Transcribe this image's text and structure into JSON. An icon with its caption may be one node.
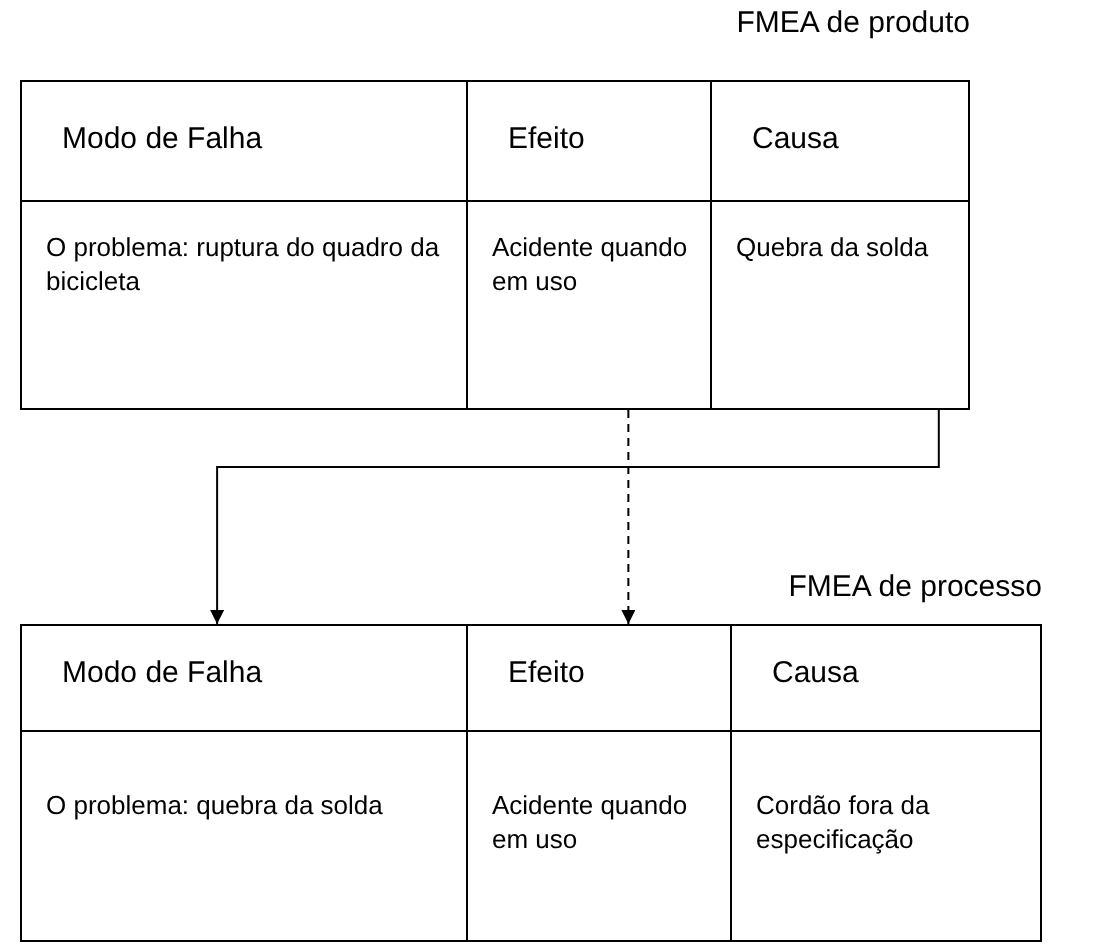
{
  "diagram": {
    "nodes": [
      {
        "text": [
          "FMEA de produto"
        ]
      },
      {
        "text": [
          "Modo de Falha"
        ],
        "in": 0
      },
      {
        "text": [
          "Efeito"
        ],
        "in": 0
      },
      {
        "text": [
          "Causa"
        ],
        "in": 0
      },
      {
        "text": [
          "O problema: ruptura do quadro da bicicleta"
        ],
        "in": 0
      },
      {
        "text": [
          "Acidente quando em uso"
        ],
        "in": 0
      },
      {
        "text": [
          "Quebra da solda"
        ],
        "in": 0
      },
      {
        "text": [
          "FMEA de processo"
        ]
      },
      {
        "text": [
          "Modo de Falha"
        ],
        "in": 7
      },
      {
        "text": [
          "Efeito"
        ],
        "in": 7
      },
      {
        "text": [
          "Causa"
        ],
        "in": 7
      },
      {
        "text": [
          "O problema: quebra da solda"
        ],
        "in": 7
      },
      {
        "text": [
          "Acidente quando em uso"
        ],
        "in": 7
      },
      {
        "text": [
          "Cordão fora da especificação"
        ],
        "in": 7
      }
    ],
    "edges": [
      {
        "from": 6,
        "to": 8,
        "arrow": "to"
      },
      {
        "from": 5,
        "to": 9,
        "arrow": "to",
        "style": "dashed"
      }
    ]
  }
}
